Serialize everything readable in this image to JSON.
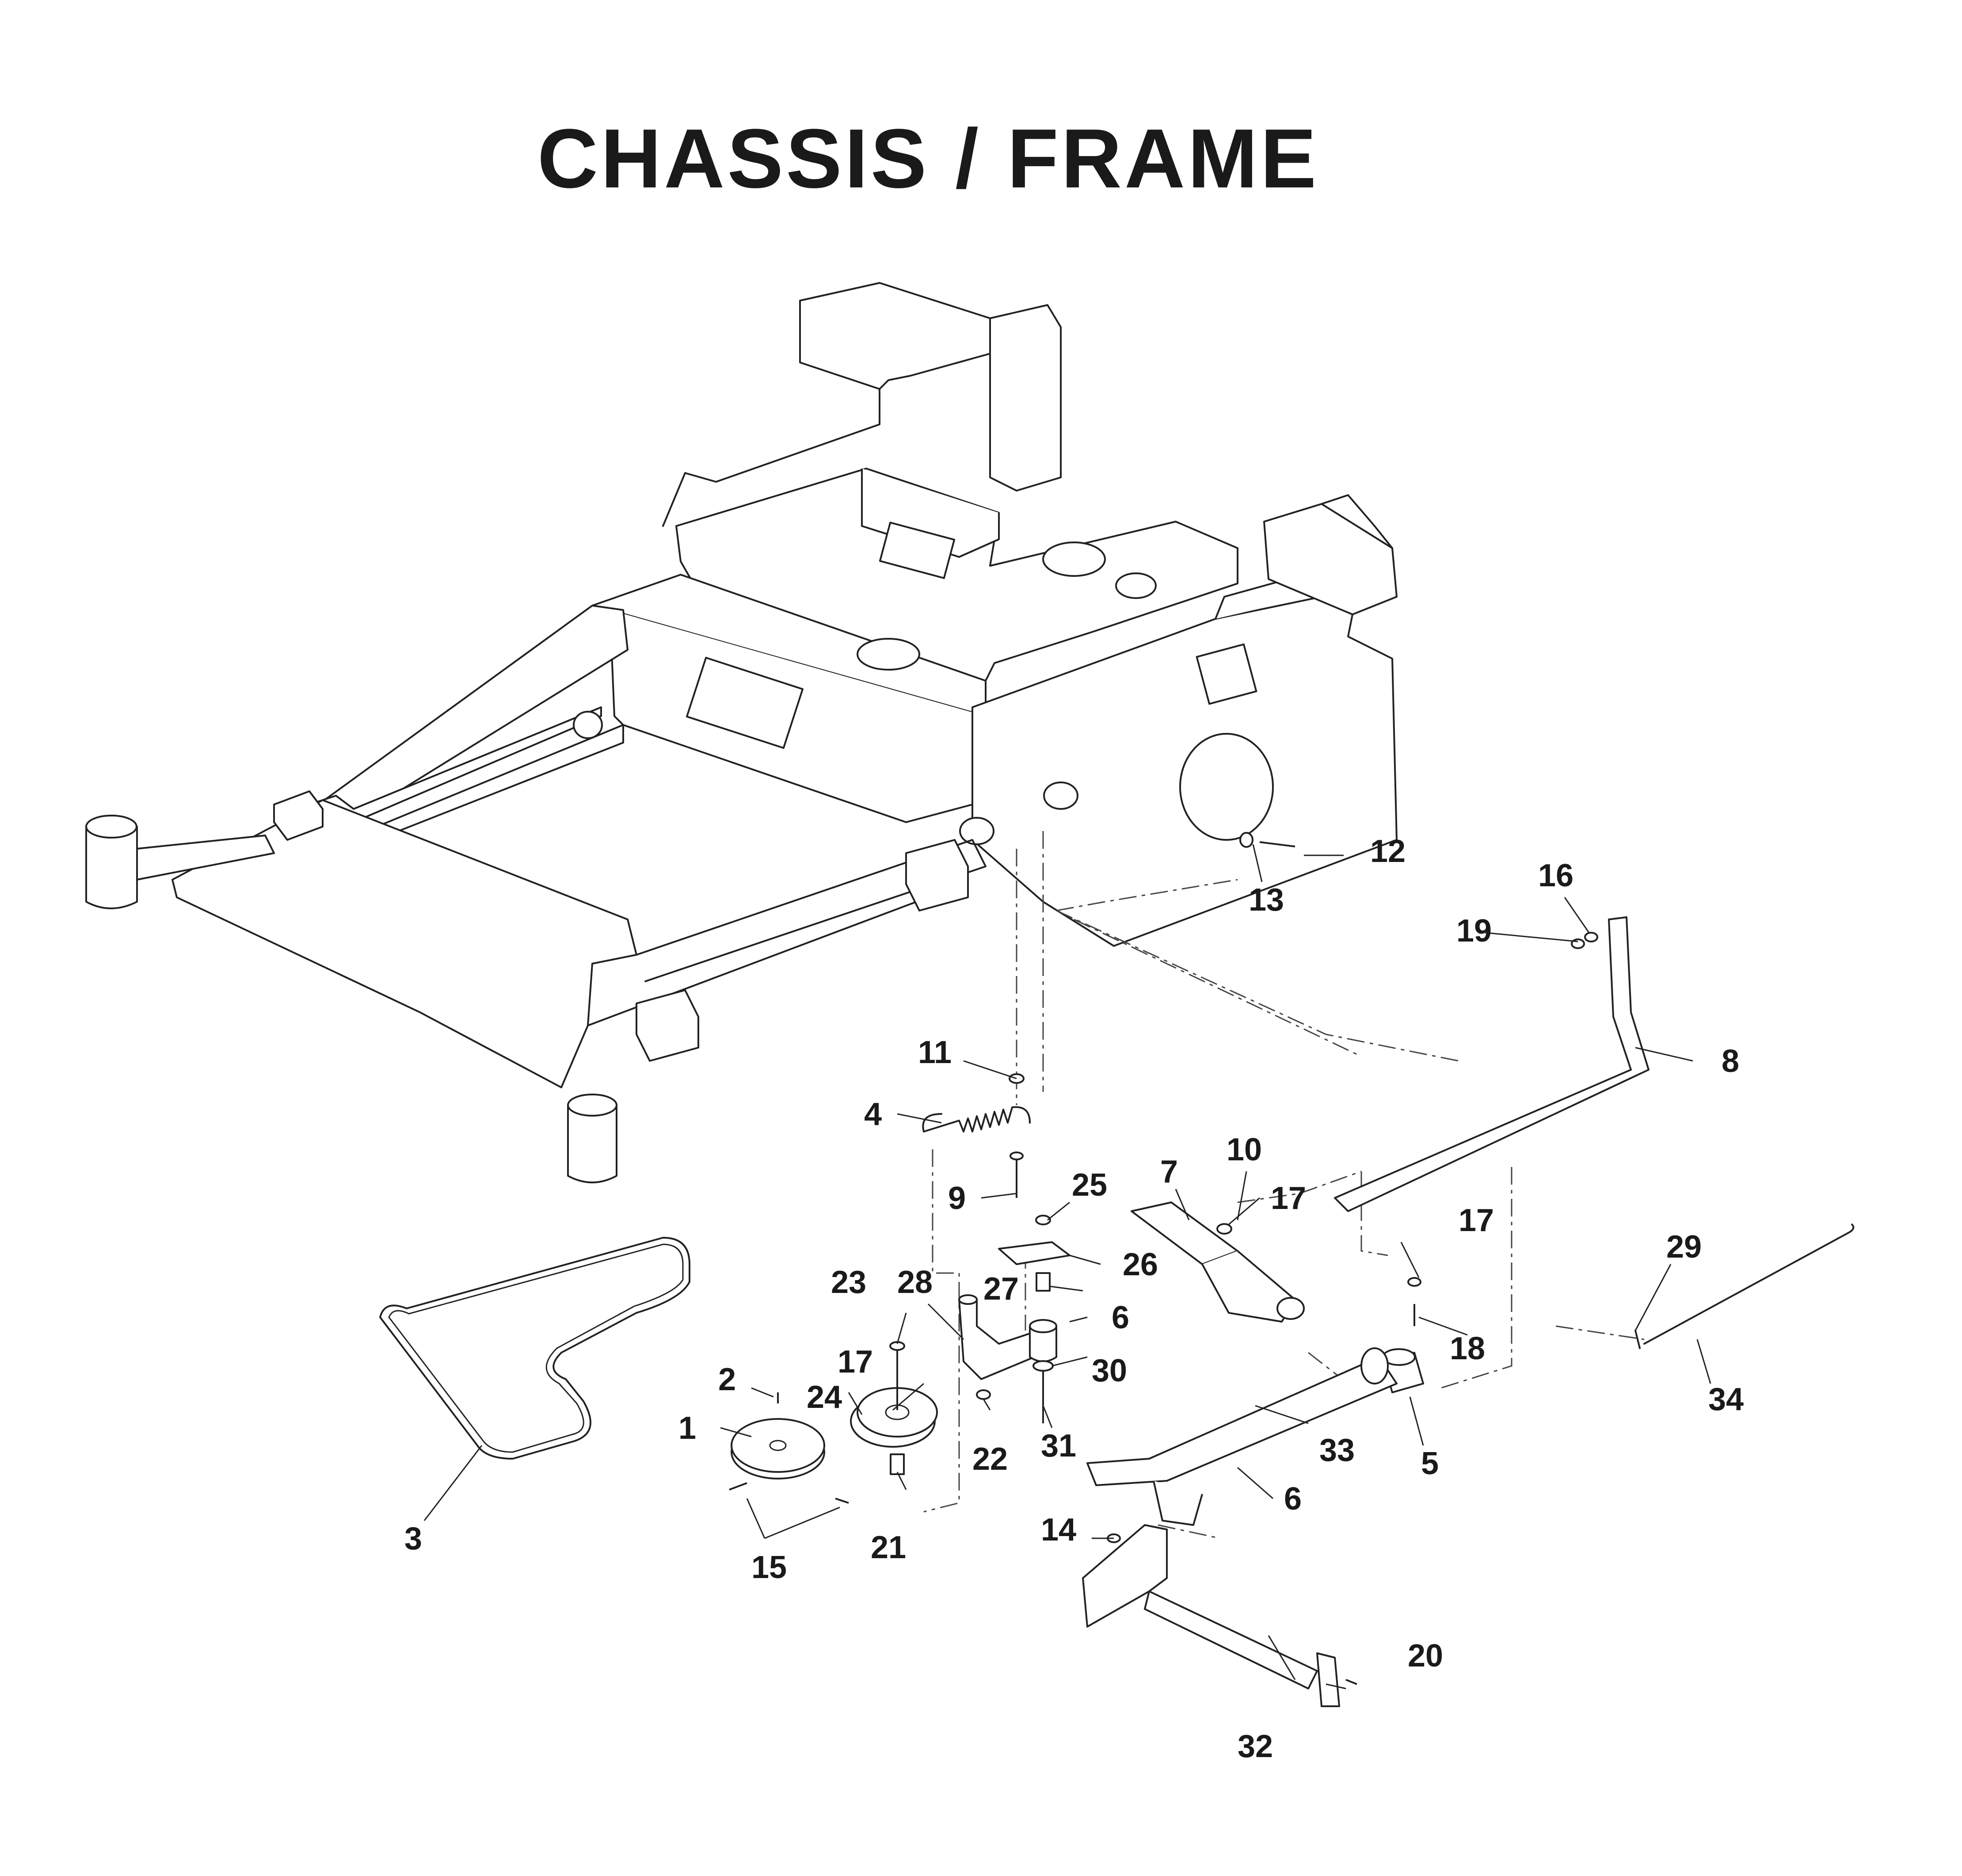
{
  "title": "CHASSIS / FRAME",
  "callouts": [
    {
      "id": "1",
      "label": "1"
    },
    {
      "id": "2",
      "label": "2"
    },
    {
      "id": "3",
      "label": "3"
    },
    {
      "id": "4",
      "label": "4"
    },
    {
      "id": "5",
      "label": "5"
    },
    {
      "id": "6a",
      "label": "6"
    },
    {
      "id": "6b",
      "label": "6"
    },
    {
      "id": "7",
      "label": "7"
    },
    {
      "id": "8",
      "label": "8"
    },
    {
      "id": "9",
      "label": "9"
    },
    {
      "id": "10",
      "label": "10"
    },
    {
      "id": "11",
      "label": "11"
    },
    {
      "id": "12",
      "label": "12"
    },
    {
      "id": "13",
      "label": "13"
    },
    {
      "id": "14",
      "label": "14"
    },
    {
      "id": "15",
      "label": "15"
    },
    {
      "id": "16",
      "label": "16"
    },
    {
      "id": "17a",
      "label": "17"
    },
    {
      "id": "17b",
      "label": "17"
    },
    {
      "id": "17c",
      "label": "17"
    },
    {
      "id": "18",
      "label": "18"
    },
    {
      "id": "19",
      "label": "19"
    },
    {
      "id": "20",
      "label": "20"
    },
    {
      "id": "21",
      "label": "21"
    },
    {
      "id": "22",
      "label": "22"
    },
    {
      "id": "23",
      "label": "23"
    },
    {
      "id": "24",
      "label": "24"
    },
    {
      "id": "25",
      "label": "25"
    },
    {
      "id": "26",
      "label": "26"
    },
    {
      "id": "27",
      "label": "27"
    },
    {
      "id": "28",
      "label": "28"
    },
    {
      "id": "29",
      "label": "29"
    },
    {
      "id": "30",
      "label": "30"
    },
    {
      "id": "31",
      "label": "31"
    },
    {
      "id": "32",
      "label": "32"
    },
    {
      "id": "33",
      "label": "33"
    },
    {
      "id": "34",
      "label": "34"
    }
  ]
}
